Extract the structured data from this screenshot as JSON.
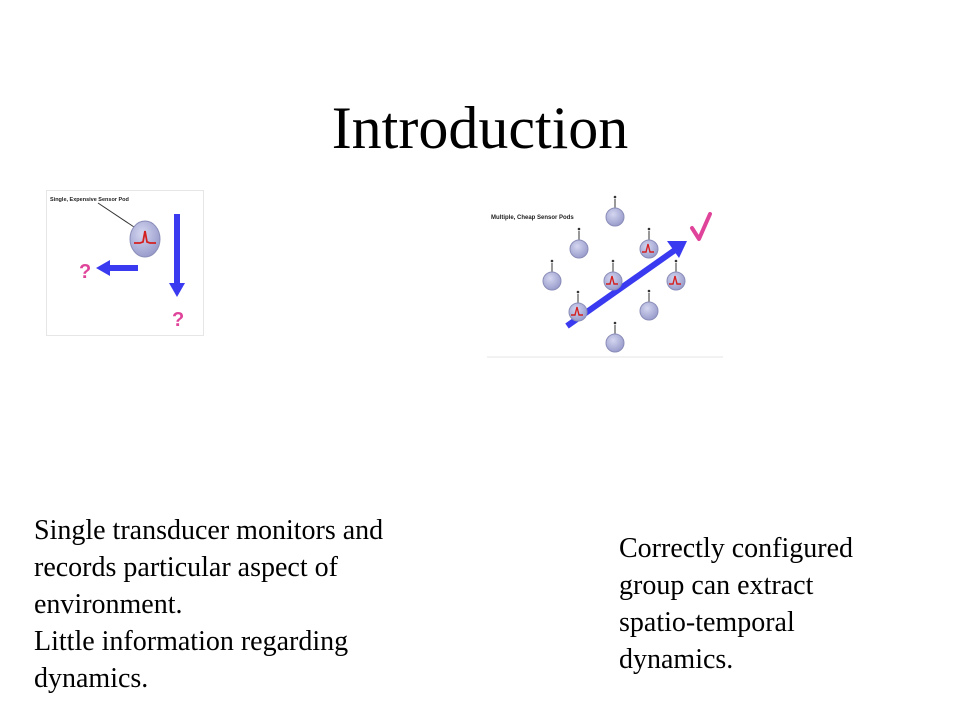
{
  "title": "Introduction",
  "left_figure": {
    "label": "Single, Expensive Sensor Pod",
    "question_mark": "?",
    "icon": "single-sensor-pod"
  },
  "right_figure": {
    "label": "Multiple, Cheap Sensor Pods",
    "icon": "multiple-sensor-pods",
    "check_icon": "checkmark"
  },
  "left_caption": {
    "line1": "Single transducer monitors and",
    "line2": "records particular aspect of",
    "line3": "environment.",
    "line4": "Little information regarding",
    "line5": "dynamics."
  },
  "right_caption": {
    "line1": "Correctly configured",
    "line2": "group can extract",
    "line3": "spatio-temporal",
    "line4": "dynamics."
  },
  "colors": {
    "arrow": "#3a3af0",
    "pod": "#a9acd6",
    "pod_stroke": "#8a8db8",
    "pulse": "#d42020",
    "accent": "#e0449a"
  }
}
